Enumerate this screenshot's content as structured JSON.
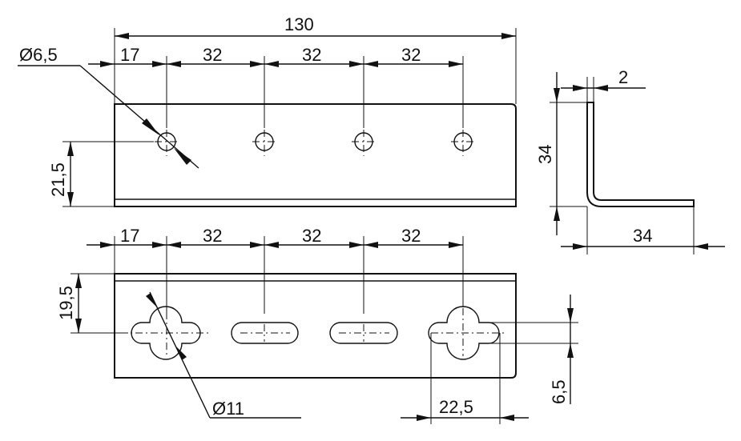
{
  "top_view": {
    "overall_length": "130",
    "edge_offset": "17",
    "hole_pitch": [
      "32",
      "32",
      "32"
    ],
    "hole_diameter": "Ø6,5",
    "hole_height": "21,5"
  },
  "side_view": {
    "thickness": "2",
    "height": "34",
    "width": "34"
  },
  "bottom_view": {
    "edge_offset": "17",
    "slot_pitch": [
      "32",
      "32",
      "32"
    ],
    "keyhole_offset": "19,5",
    "keyhole_diameter": "Ø11",
    "keyhole_length": "22,5",
    "slot_width": "6,5"
  }
}
